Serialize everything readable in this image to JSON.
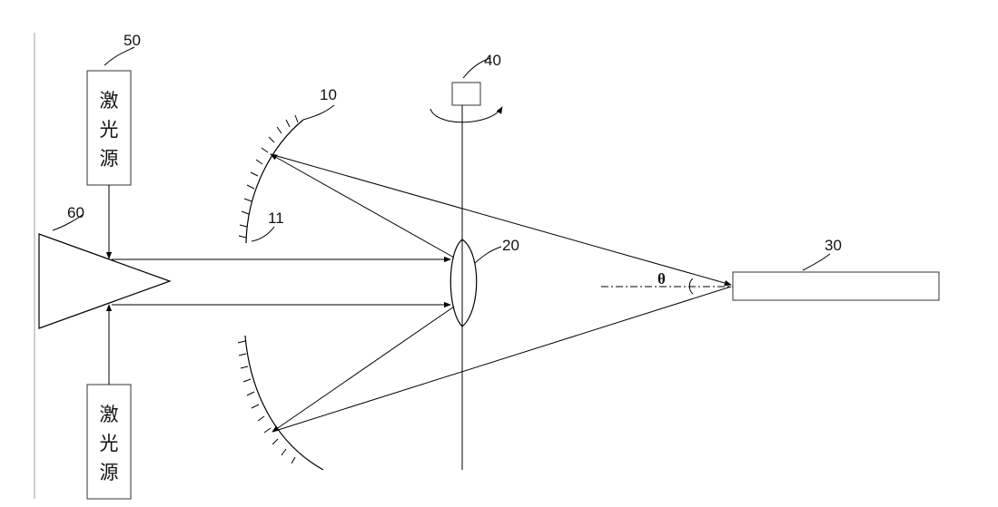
{
  "labels": {
    "mirror_upper": "10",
    "mirror_lower": "11",
    "lens": "20",
    "target": "30",
    "rotation": "40",
    "laser_top": "50",
    "prism": "60"
  },
  "laser_source_top": {
    "line1": "激",
    "line2": "光",
    "line3": "源"
  },
  "laser_source_bottom": {
    "line1": "激",
    "line2": "光",
    "line3": "源"
  },
  "angle_symbol": "θ"
}
